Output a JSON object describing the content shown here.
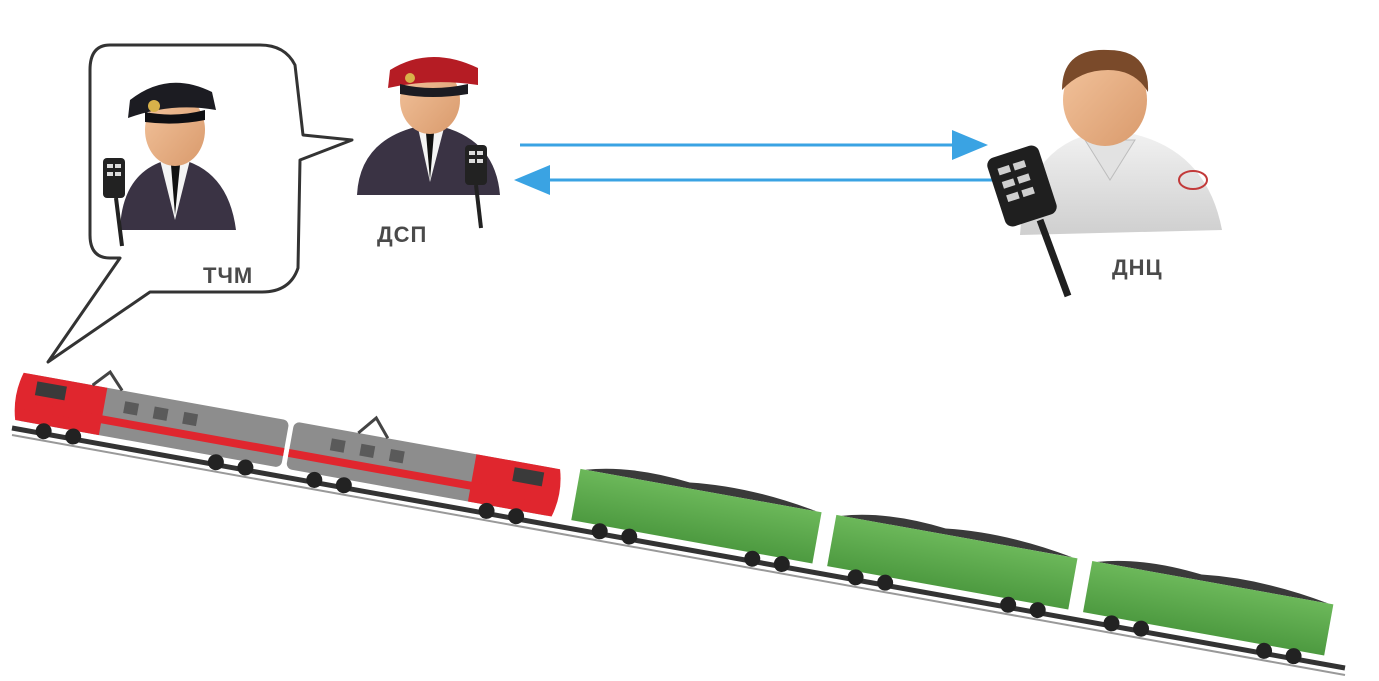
{
  "labels": {
    "driver": "ТЧМ",
    "station_duty": "ДСП",
    "dispatcher": "ДНЦ"
  },
  "colors": {
    "arrow": "#3aa3e3",
    "loco_red": "#e0262e",
    "loco_gray": "#8d8d8d",
    "wagon_green": "#5fa94f",
    "uniform_dark": "#3a3344",
    "cap_red": "#b51c24",
    "skin": "#e9b38a"
  },
  "icons": {
    "driver": "railway-officer-icon",
    "station_duty": "railway-officer-icon",
    "dispatcher": "dispatcher-icon",
    "radio": "radio-icon",
    "locomotive": "electric-locomotive-icon",
    "wagon": "gondola-wagon-icon"
  },
  "train": {
    "locomotive_sections": 2,
    "wagons": 3
  }
}
